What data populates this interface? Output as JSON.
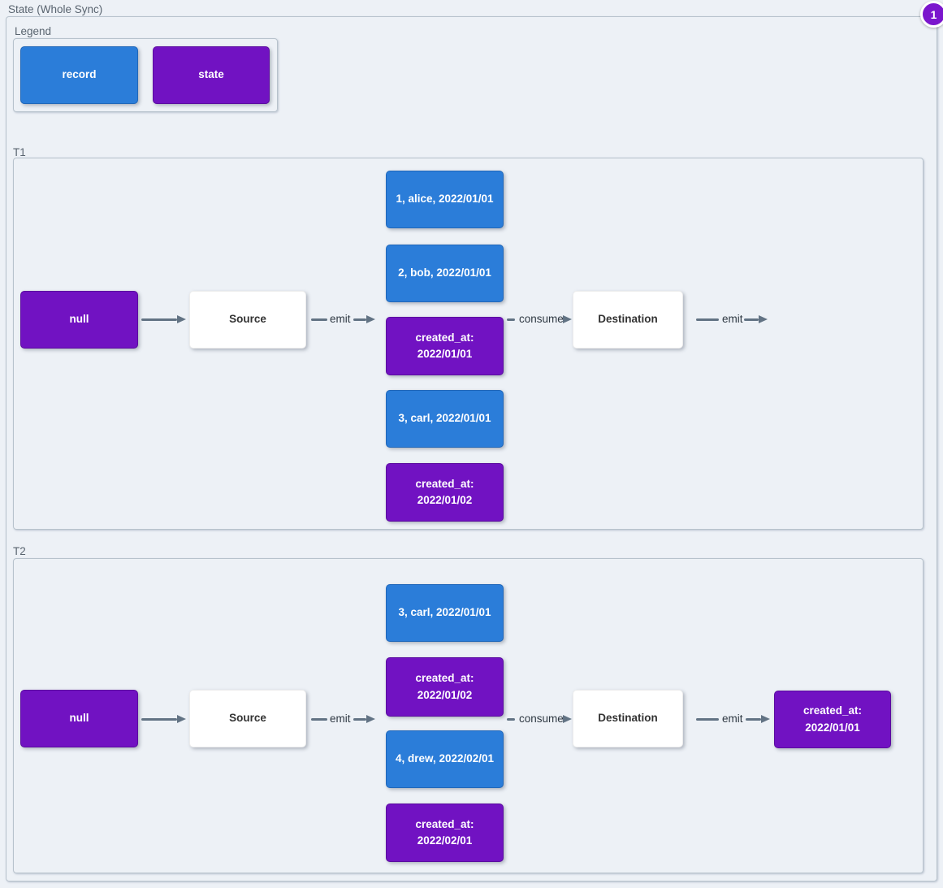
{
  "page": {
    "title_label": "State (Whole Sync)"
  },
  "badge": {
    "value": "1"
  },
  "colors": {
    "background": "#edf1f6",
    "record_blue": "#2b7dd9",
    "state_purple": "#7112c2",
    "badge_purple": "#7b16cd",
    "edge_gray": "#627384"
  },
  "legend": {
    "label": "Legend",
    "items": [
      {
        "type": "record",
        "name": "record"
      },
      {
        "type": "state",
        "name": "state"
      }
    ]
  },
  "sections": [
    {
      "label": "T1",
      "nodes": {
        "null": "null",
        "source": "Source",
        "destination": "Destination"
      },
      "edges": {
        "emit_out": "emit",
        "consume_in": "consume",
        "emit_final": "emit"
      },
      "stack": [
        {
          "type": "record",
          "text": "1, alice, 2022/01/01"
        },
        {
          "type": "record",
          "text": "2, bob, 2022/01/01"
        },
        {
          "type": "state",
          "text": "created_at:\n2022/01/01"
        },
        {
          "type": "record",
          "text": "3, carl, 2022/01/01"
        },
        {
          "type": "state",
          "text": "created_at:\n2022/01/02"
        }
      ]
    },
    {
      "label": "T2",
      "nodes": {
        "null": "null",
        "source": "Source",
        "destination": "Destination",
        "output": "created_at:\n2022/01/01"
      },
      "edges": {
        "emit_out": "emit",
        "consume_in": "consume",
        "emit_final": "emit"
      },
      "stack": [
        {
          "type": "record",
          "text": "3, carl, 2022/01/01"
        },
        {
          "type": "state",
          "text": "created_at:\n2022/01/02"
        },
        {
          "type": "record",
          "text": "4, drew, 2022/02/01"
        },
        {
          "type": "state",
          "text": "created_at:\n2022/02/01"
        }
      ]
    }
  ]
}
